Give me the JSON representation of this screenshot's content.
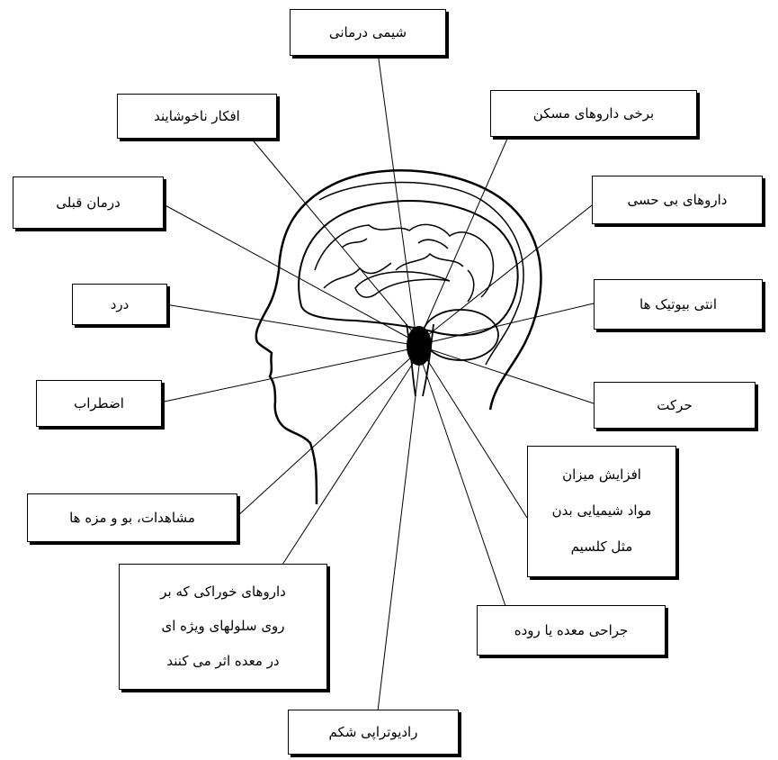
{
  "diagram": {
    "labels": {
      "chemotherapy": "شیمی درمانی",
      "unpleasant_thoughts": "افکار ناخوشایند",
      "painkillers": "برخی داروهای مسکن",
      "prior_treatment": "درمان قبلی",
      "anesthetics": "داروهای بی حسی",
      "pain": "درد",
      "antibiotics": "انتی بیوتیک ها",
      "anxiety": "اضطراب",
      "motion": "حرکت",
      "body_chemicals": [
        "افزایش میزان",
        "مواد شیمیایی بدن",
        "مثل کلسیم"
      ],
      "smell_taste": "مشاهدات، بو و مزه ها",
      "oral_drugs": [
        "داروهای خوراکی که بر",
        "روی سلولهای ویژه ای",
        "در معده اثر می کنند"
      ],
      "gi_surgery": "جراحی معده یا روده",
      "abdominal_radiotherapy": "رادیوتراپی شکم"
    }
  }
}
